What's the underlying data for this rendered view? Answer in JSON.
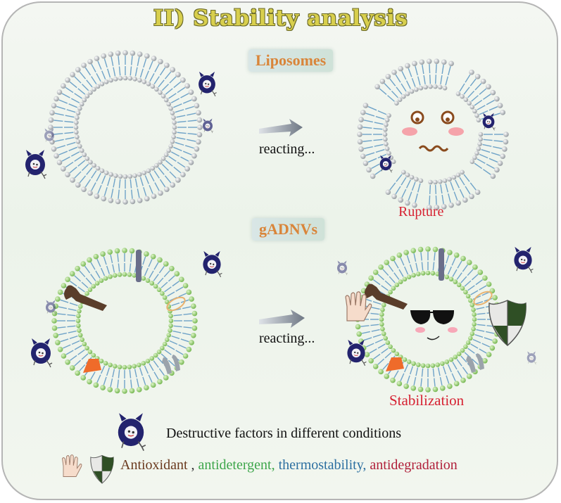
{
  "title": "II) Stability analysis",
  "sections": {
    "top": {
      "label": "Liposomes",
      "arrow_text": "reacting...",
      "result": "Rupture"
    },
    "bottom": {
      "label": "gADNVs",
      "arrow_text": "reacting...",
      "result": "Stabilization"
    }
  },
  "legend": {
    "destructive": "Destructive factors in different conditions",
    "properties": [
      {
        "text": "Antioxidant",
        "color": "#6a3a1e"
      },
      {
        "text": " , ",
        "color": "#333333"
      },
      {
        "text": "antidetergent,",
        "color": "#3da64a"
      },
      {
        "text": " thermostability,",
        "color": "#2c6fa0"
      },
      {
        "text": " antidegradation",
        "color": "#b0203a"
      }
    ]
  },
  "colors": {
    "lipid_gray": "#9aa0a6",
    "lipid_green": "#8cc86a",
    "tail_blue": "#6fa3c8",
    "result_red": "#d62232",
    "monster_navy": "#23236e"
  }
}
